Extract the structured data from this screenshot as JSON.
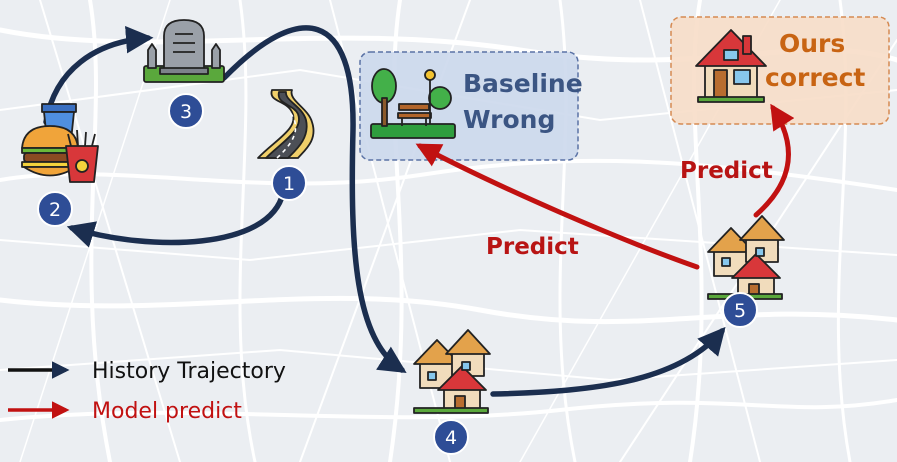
{
  "nodes": [
    {
      "id": "1",
      "icon": "road-icon"
    },
    {
      "id": "2",
      "icon": "fast-food-icon"
    },
    {
      "id": "3",
      "icon": "cemetery-icon"
    },
    {
      "id": "4",
      "icon": "houses-icon"
    },
    {
      "id": "5",
      "icon": "houses-icon"
    }
  ],
  "baseline": {
    "line1": "Baseline",
    "line2": "Wrong",
    "icon": "park-icon"
  },
  "ours": {
    "line1": "Ours",
    "line2": "correct",
    "icon": "house-icon"
  },
  "predict_labels": {
    "left": "Predict",
    "right": "Predict"
  },
  "legend": {
    "history": "History Trajectory",
    "model": "Model predict"
  },
  "colors": {
    "history": "#1b2e4f",
    "predict": "#c11111",
    "node": "#2e4d96",
    "baseline_text": "#3b5583",
    "ours_text": "#c86413"
  }
}
